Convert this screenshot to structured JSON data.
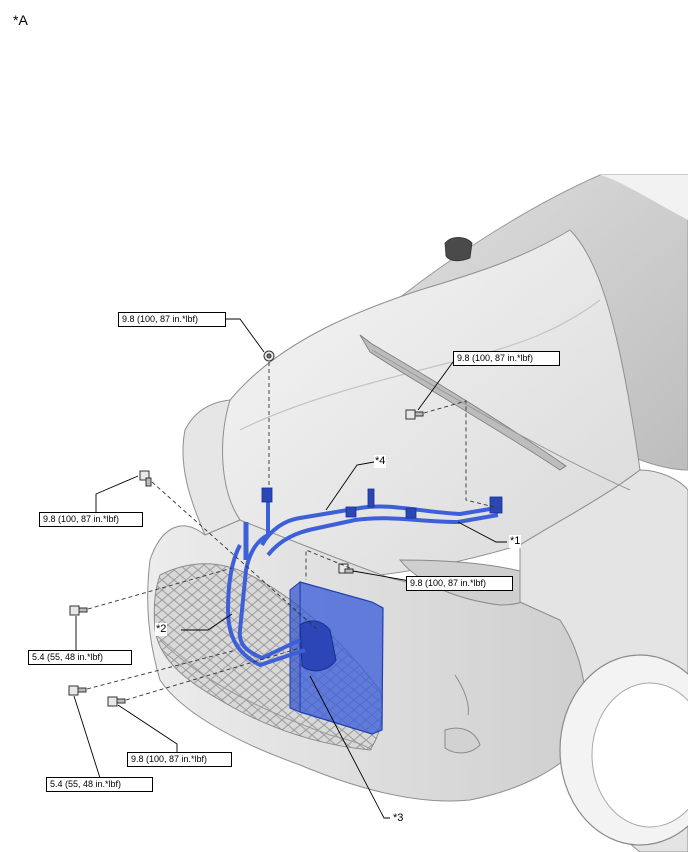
{
  "view_label": "*A",
  "callouts": [
    {
      "id": "c1",
      "text": "9.8 (100, 87 in.*lbf)"
    },
    {
      "id": "c2",
      "text": "9.8 (100, 87 in.*lbf)"
    },
    {
      "id": "c3",
      "text": "9.8 (100, 87 in.*lbf)"
    },
    {
      "id": "c4",
      "text": "9.8 (100, 87 in.*lbf)"
    },
    {
      "id": "c5",
      "text": "5.4 (55, 48 in.*lbf)"
    },
    {
      "id": "c6",
      "text": "9.8 (100, 87 in.*lbf)"
    },
    {
      "id": "c7",
      "text": "5.4 (55, 48 in.*lbf)"
    }
  ],
  "part_tags": [
    {
      "id": "t4",
      "text": "*4"
    },
    {
      "id": "t1",
      "text": "*1"
    },
    {
      "id": "t2",
      "text": "*2"
    },
    {
      "id": "t3",
      "text": "*3"
    }
  ],
  "colors": {
    "highlight": "#3d5fd8",
    "highlight_dark": "#1f3fb0",
    "body": "#f4f4f4",
    "body_shade": "#dcdcdc",
    "line": "#777777"
  }
}
